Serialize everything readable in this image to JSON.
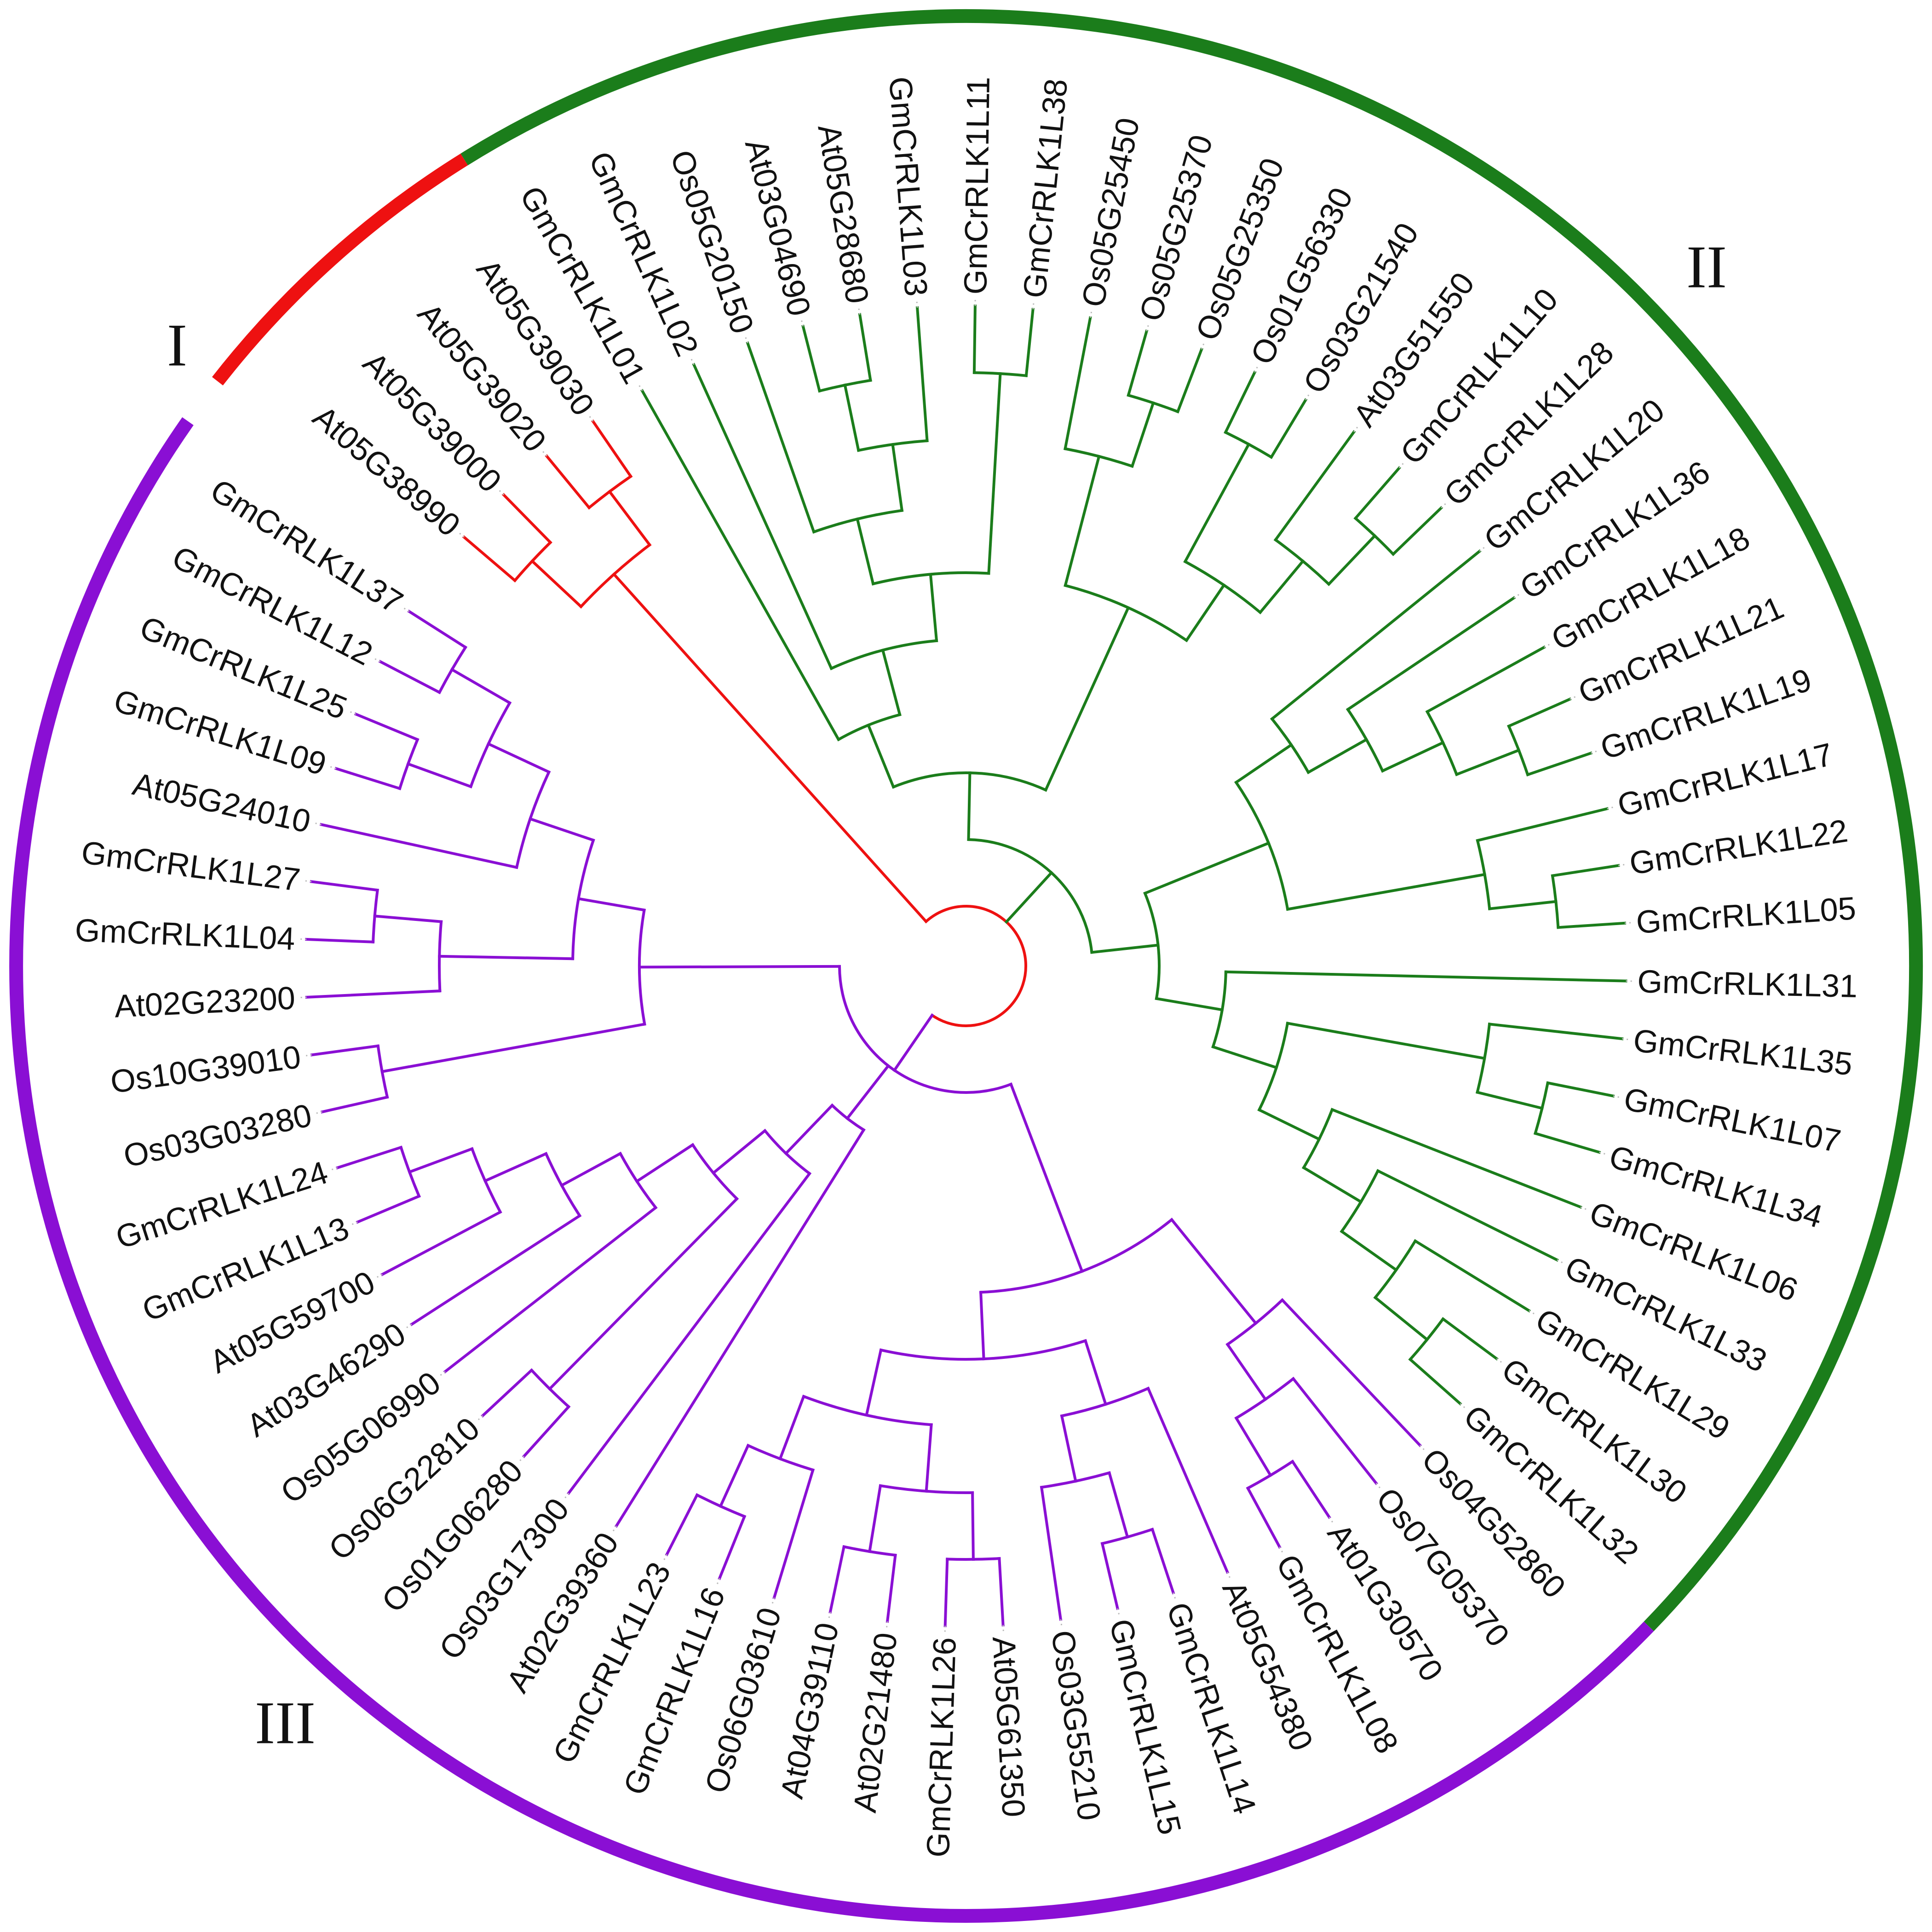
{
  "tree": {
    "clades": [
      {
        "id": "I",
        "label": "I",
        "color": "#ee1111"
      },
      {
        "id": "II",
        "label": "II",
        "color": "#1b7d1b"
      },
      {
        "id": "III",
        "label": "III",
        "color": "#8a0fd4"
      }
    ],
    "leaves": [
      {
        "name": "At05G38990",
        "clade": "I"
      },
      {
        "name": "At05G39000",
        "clade": "I"
      },
      {
        "name": "At05G39020",
        "clade": "I"
      },
      {
        "name": "At05G39030",
        "clade": "I"
      },
      {
        "name": "GmCrRLK1L01",
        "clade": "II"
      },
      {
        "name": "GmCrRLK1L02",
        "clade": "II"
      },
      {
        "name": "Os05G20150",
        "clade": "II"
      },
      {
        "name": "At03G04690",
        "clade": "II"
      },
      {
        "name": "At05G28680",
        "clade": "II"
      },
      {
        "name": "GmCrRLK1L03",
        "clade": "II"
      },
      {
        "name": "GmCrRLK1L11",
        "clade": "II"
      },
      {
        "name": "GmCrRLK1L38",
        "clade": "II"
      },
      {
        "name": "Os05G25450",
        "clade": "II"
      },
      {
        "name": "Os05G25370",
        "clade": "II"
      },
      {
        "name": "Os05G25350",
        "clade": "II"
      },
      {
        "name": "Os01G56330",
        "clade": "II"
      },
      {
        "name": "Os03G21540",
        "clade": "II"
      },
      {
        "name": "At03G51550",
        "clade": "II"
      },
      {
        "name": "GmCrRLK1L10",
        "clade": "II"
      },
      {
        "name": "GmCrRLK1L28",
        "clade": "II"
      },
      {
        "name": "GmCrRLK1L20",
        "clade": "II"
      },
      {
        "name": "GmCrRLK1L36",
        "clade": "II"
      },
      {
        "name": "GmCrRLK1L18",
        "clade": "II"
      },
      {
        "name": "GmCrRLK1L21",
        "clade": "II"
      },
      {
        "name": "GmCrRLK1L19",
        "clade": "II"
      },
      {
        "name": "GmCrRLK1L17",
        "clade": "II"
      },
      {
        "name": "GmCrRLK1L22",
        "clade": "II"
      },
      {
        "name": "GmCrRLK1L05",
        "clade": "II"
      },
      {
        "name": "GmCrRLK1L31",
        "clade": "II"
      },
      {
        "name": "GmCrRLK1L35",
        "clade": "II"
      },
      {
        "name": "GmCrRLK1L07",
        "clade": "II"
      },
      {
        "name": "GmCrRLK1L34",
        "clade": "II"
      },
      {
        "name": "GmCrRLK1L06",
        "clade": "II"
      },
      {
        "name": "GmCrRLK1L33",
        "clade": "II"
      },
      {
        "name": "GmCrRLK1L29",
        "clade": "II"
      },
      {
        "name": "GmCrRLK1L30",
        "clade": "II"
      },
      {
        "name": "GmCrRLK1L32",
        "clade": "II"
      },
      {
        "name": "Os04G52860",
        "clade": "III"
      },
      {
        "name": "Os07G05370",
        "clade": "III"
      },
      {
        "name": "At01G30570",
        "clade": "III"
      },
      {
        "name": "GmCrRLK1L08",
        "clade": "III"
      },
      {
        "name": "At05G54380",
        "clade": "III"
      },
      {
        "name": "GmCrRLK1L14",
        "clade": "III"
      },
      {
        "name": "GmCrRLK1L15",
        "clade": "III"
      },
      {
        "name": "Os03G55210",
        "clade": "III"
      },
      {
        "name": "At05G61350",
        "clade": "III"
      },
      {
        "name": "GmCrRLK1L26",
        "clade": "III"
      },
      {
        "name": "At02G21480",
        "clade": "III"
      },
      {
        "name": "At04G39110",
        "clade": "III"
      },
      {
        "name": "Os06G03610",
        "clade": "III"
      },
      {
        "name": "GmCrRLK1L16",
        "clade": "III"
      },
      {
        "name": "GmCrRLK1L23",
        "clade": "III"
      },
      {
        "name": "At02G39360",
        "clade": "III"
      },
      {
        "name": "Os03G17300",
        "clade": "III"
      },
      {
        "name": "Os01G06280",
        "clade": "III"
      },
      {
        "name": "Os06G22810",
        "clade": "III"
      },
      {
        "name": "Os05G06990",
        "clade": "III"
      },
      {
        "name": "At03G46290",
        "clade": "III"
      },
      {
        "name": "At05G59700",
        "clade": "III"
      },
      {
        "name": "GmCrRLK1L13",
        "clade": "III"
      },
      {
        "name": "GmCrRLK1L24",
        "clade": "III"
      },
      {
        "name": "Os03G03280",
        "clade": "III"
      },
      {
        "name": "Os10G39010",
        "clade": "III"
      },
      {
        "name": "At02G23200",
        "clade": "III"
      },
      {
        "name": "GmCrRLK1L04",
        "clade": "III"
      },
      {
        "name": "GmCrRLK1L27",
        "clade": "III"
      },
      {
        "name": "At05G24010",
        "clade": "III"
      },
      {
        "name": "GmCrRLK1L09",
        "clade": "III"
      },
      {
        "name": "GmCrRLK1L25",
        "clade": "III"
      },
      {
        "name": "GmCrRLK1L12",
        "clade": "III"
      },
      {
        "name": "GmCrRLK1L37",
        "clade": "III"
      }
    ],
    "topology": "((((At05G38990,At05G39000),(At05G39020,At05G39030))),(((GmCrRLK1L01,(GmCrRLK1L02,((Os05G20150,((At03G04690,At05G28680),GmCrRLK1L03)),(GmCrRLK1L11,GmCrRLK1L38)))),(((Os05G25450,(Os05G25370,Os05G25350)),((Os01G56330,Os03G21540),(At03G51550,(GmCrRLK1L10,GmCrRLK1L28)))))),(((GmCrRLK1L20,(GmCrRLK1L36,(GmCrRLK1L18,(GmCrRLK1L21,GmCrRLK1L19)))),(GmCrRLK1L17,(GmCrRLK1L22,GmCrRLK1L05))),((GmCrRLK1L31,((GmCrRLK1L35,(GmCrRLK1L07,GmCrRLK1L34)),(GmCrRLK1L06,(GmCrRLK1L33,(GmCrRLK1L29,(GmCrRLK1L30,GmCrRLK1L32))))))))),((((Os04G52860,(Os07G05370,(At01G30570,GmCrRLK1L08))),((At05G54380,((GmCrRLK1L14,GmCrRLK1L15),Os03G55210)),(((At05G61350,GmCrRLK1L26),(At02G21480,At04G39110)),((Os06G03610,(GmCrRLK1L16,GmCrRLK1L23)))))),((At02G39360,(Os03G17300,((Os01G06280,Os06G22810),(Os05G06990,(At03G46290,(At05G59700,(GmCrRLK1L13,GmCrRLK1L24)))))))),(((Os03G03280,Os10G39010),((At02G23200,(GmCrRLK1L04,GmCrRLK1L27)),(At05G24010,((GmCrRLK1L09,GmCrRLK1L25),(GmCrRLK1L12,GmCrRLK1L37))))))))"
  }
}
